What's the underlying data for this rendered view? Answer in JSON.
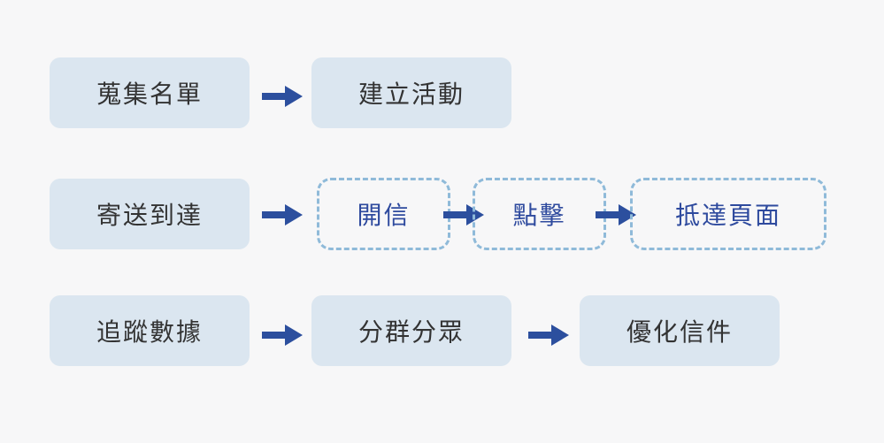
{
  "diagram": {
    "rows": [
      {
        "steps": [
          {
            "label": "蒐集名單",
            "style": "solid"
          },
          {
            "label": "建立活動",
            "style": "solid"
          }
        ]
      },
      {
        "steps": [
          {
            "label": "寄送到達",
            "style": "solid"
          },
          {
            "label": "開信",
            "style": "dashed"
          },
          {
            "label": "點擊",
            "style": "dashed"
          },
          {
            "label": "抵達頁面",
            "style": "dashed"
          }
        ]
      },
      {
        "steps": [
          {
            "label": "追蹤數據",
            "style": "solid"
          },
          {
            "label": "分群分眾",
            "style": "solid"
          },
          {
            "label": "優化信件",
            "style": "solid"
          }
        ]
      }
    ]
  },
  "colors": {
    "background": "#f7f7f8",
    "solid_box_fill": "#dbe6f0",
    "dashed_border": "#8fbad9",
    "arrow": "#2c4f9e",
    "dark_text": "#333333",
    "accent_text": "#2e4a9e"
  },
  "icons": {
    "arrow": "right-arrow-icon"
  }
}
